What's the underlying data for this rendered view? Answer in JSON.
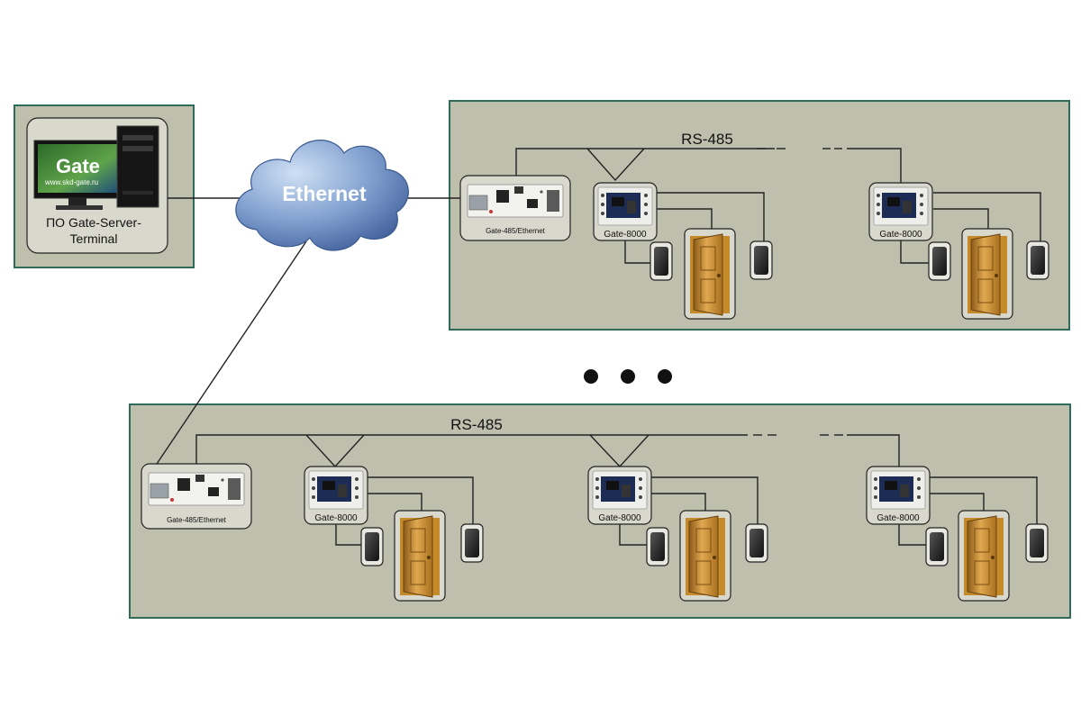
{
  "server": {
    "monitor_logo": "Gate",
    "monitor_url": "www.skd-gate.ru",
    "label_line1": "ПО Gate-Server-",
    "label_line2": "Terminal"
  },
  "network": {
    "ethernet_label": "Ethernet",
    "ellipsis": "● ● ●"
  },
  "segments": [
    {
      "bus_label": "RS-485",
      "converter_label": "Gate-485/Ethernet",
      "controller_labels": [
        "Gate-8000",
        "Gate-8000"
      ]
    },
    {
      "bus_label": "RS-485",
      "converter_label": "Gate-485/Ethernet",
      "controller_labels": [
        "Gate-8000",
        "Gate-8000",
        "Gate-8000"
      ]
    }
  ],
  "colors": {
    "panel_fill": "#bfbfae",
    "panel_border": "#2f6b5a",
    "cloud_fill": "#6f8fc0",
    "door": "#c88a2e",
    "line": "#222222"
  },
  "icons": {
    "server": "desktop-computer-icon",
    "cloud": "ethernet-cloud-icon",
    "converter": "converter-board-icon",
    "controller": "controller-board-icon",
    "reader": "card-reader-icon",
    "door": "door-icon"
  }
}
